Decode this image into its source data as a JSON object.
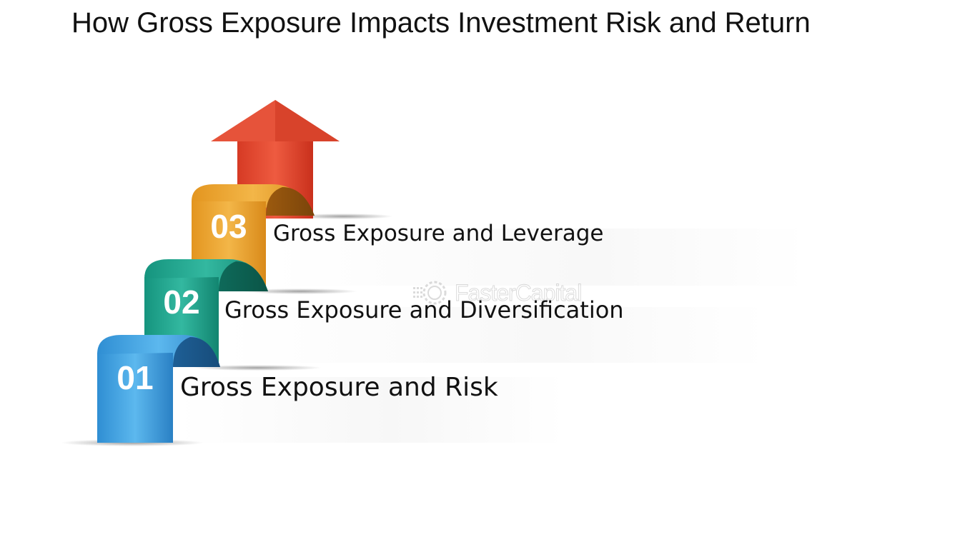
{
  "title": "How Gross Exposure Impacts Investment Risk and Return",
  "steps": [
    {
      "number": "01",
      "label": "Gross Exposure and Risk",
      "color": "#3a9ad9"
    },
    {
      "number": "02",
      "label": "Gross Exposure and Diversification",
      "color": "#1aa28a"
    },
    {
      "number": "03",
      "label": "Gross Exposure and Leverage",
      "color": "#e8a030"
    }
  ],
  "arrow": {
    "color": "#e0452b",
    "icon": "up-arrow-icon"
  },
  "watermark": {
    "text": "FasterCapital",
    "icon": "gear-logo-icon"
  }
}
